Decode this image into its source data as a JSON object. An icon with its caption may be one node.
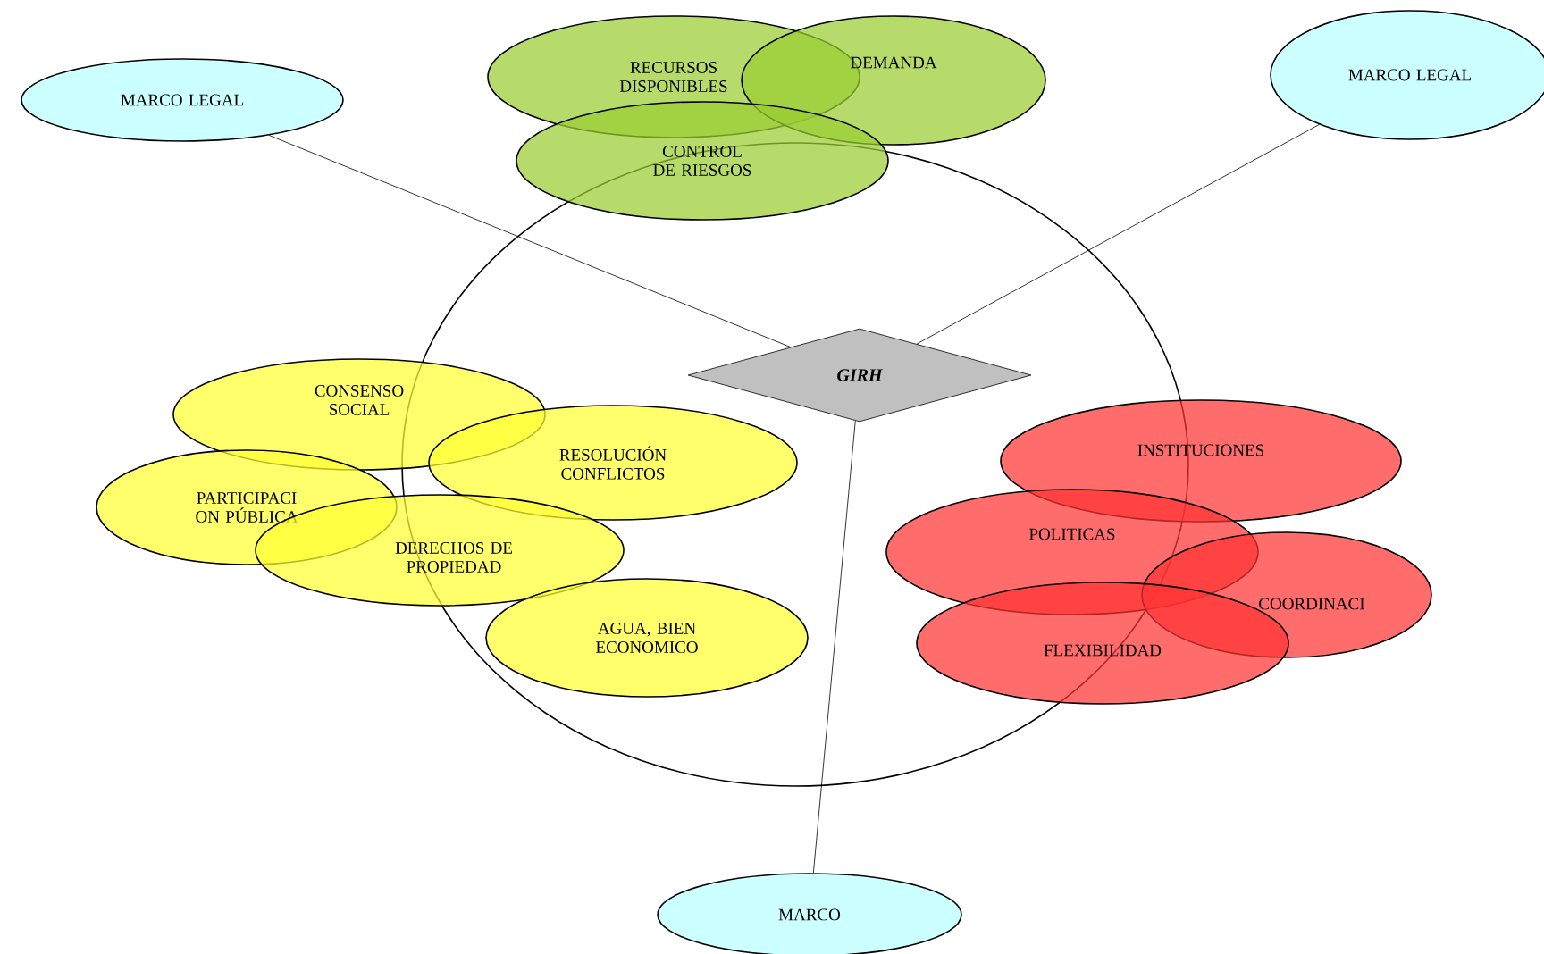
{
  "diagram": {
    "nodes": [
      {
        "text": [],
        "shape": "circle"
      },
      {
        "text": [
          "MARCO LEGAL"
        ]
      },
      {
        "text": [
          "RECURSOS DISPONIBLES"
        ]
      },
      {
        "text": [
          "DEMANDA"
        ]
      },
      {
        "text": [
          "MARCO LEGAL"
        ]
      },
      {
        "text": [
          "CONTROL DE RIESGOS"
        ]
      },
      {
        "text": [
          "GIRH"
        ],
        "in": 0
      },
      {
        "text": [
          "CONSENSO SOCIAL"
        ]
      },
      {
        "text": [
          "RESOLUCIÓN CONFLICTOS"
        ],
        "in": 0
      },
      {
        "text": [
          "INSTITUCIONES"
        ]
      },
      {
        "text": [
          "PARTICIPACI ON PÚBLICA"
        ]
      },
      {
        "text": [
          "POLITICAS"
        ]
      },
      {
        "text": [
          "DERECHOS DE PROPIEDAD"
        ]
      },
      {
        "text": [
          "COORDINACI"
        ]
      },
      {
        "text": [
          "AGUA, BIEN ECONOMICO"
        ],
        "in": 0
      },
      {
        "text": [
          "FLEXIBILIDAD"
        ]
      },
      {
        "text": [
          "MARCO"
        ]
      }
    ],
    "edges": [
      {
        "from": 6,
        "to": 1,
        "arrow": "none"
      },
      {
        "from": 6,
        "to": 4,
        "arrow": "none"
      },
      {
        "from": 6,
        "to": 16,
        "arrow": "none"
      }
    ]
  }
}
